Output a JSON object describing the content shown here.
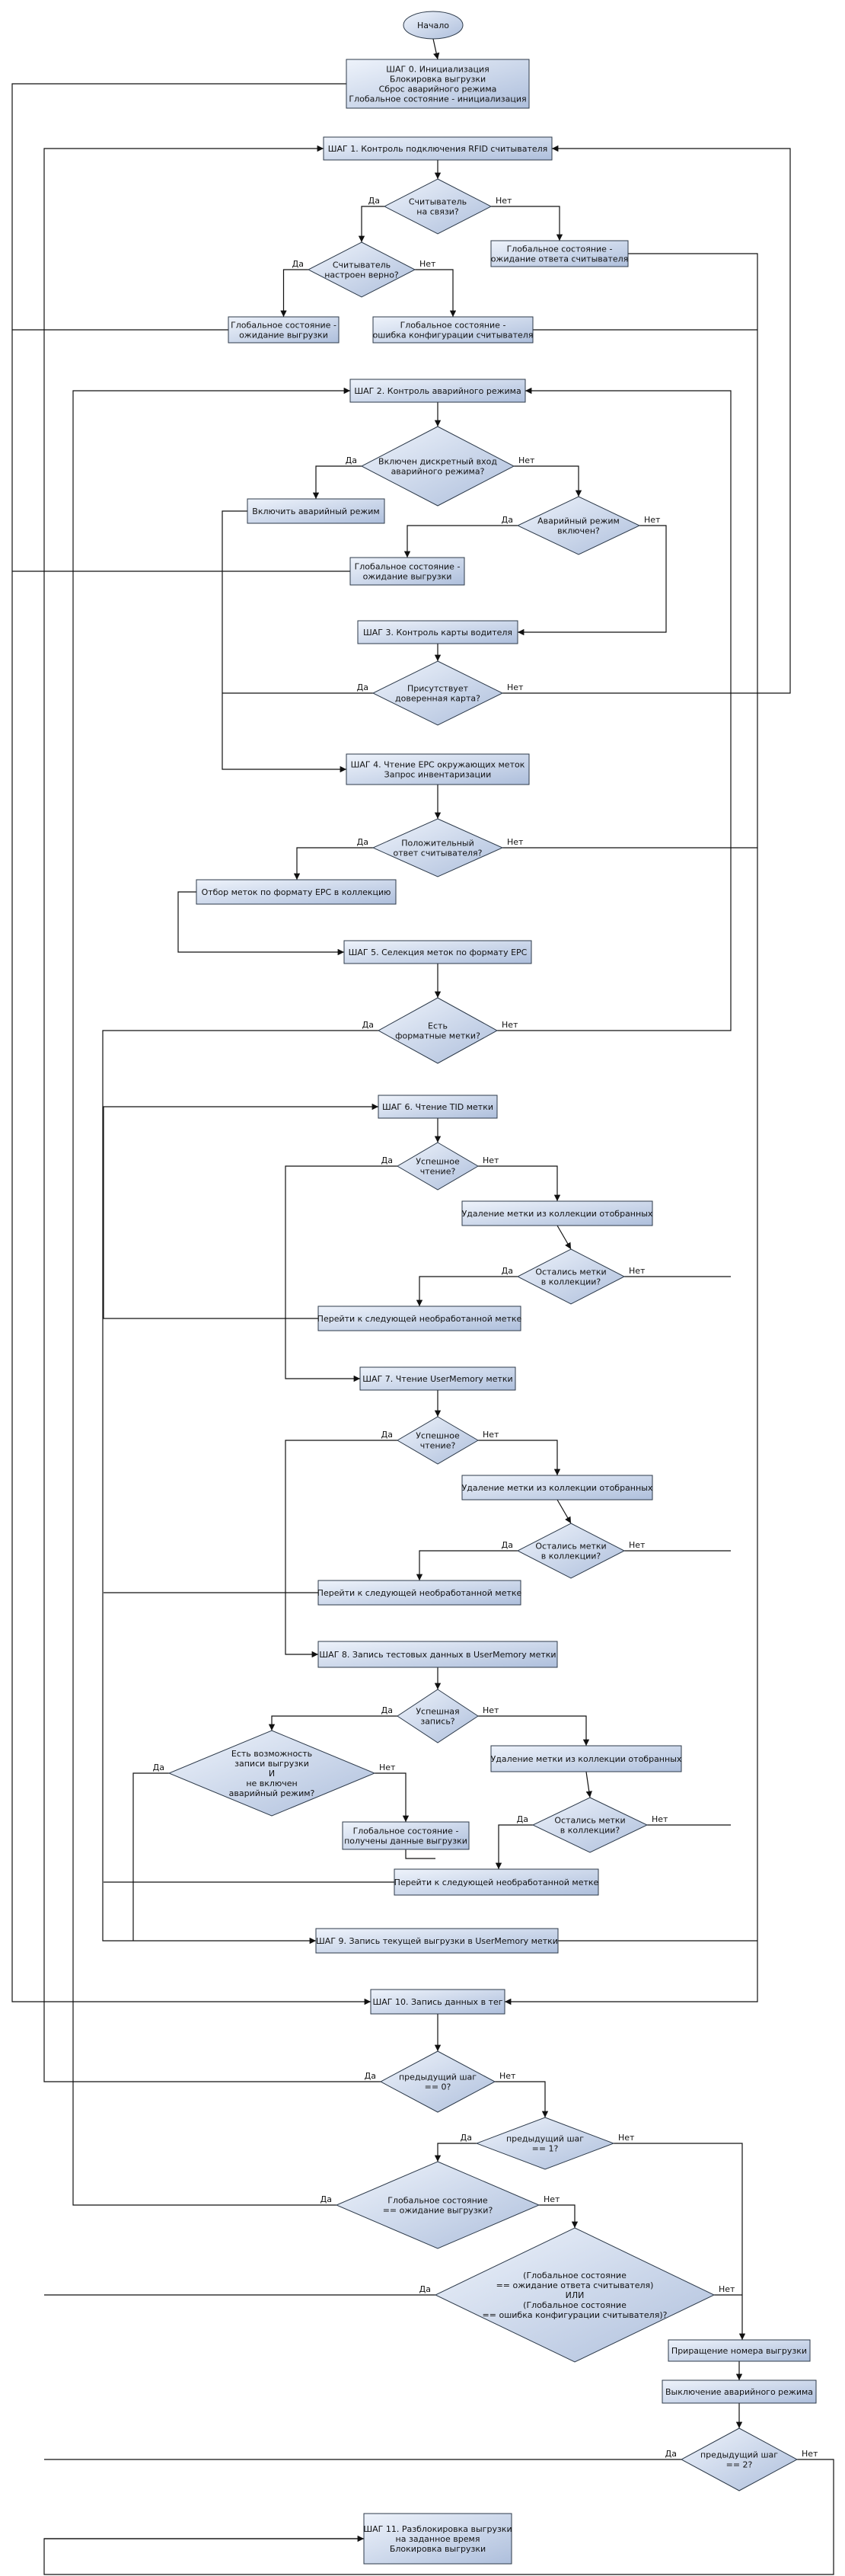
{
  "colors": {
    "node_fill_top": "#eef3fb",
    "node_fill_bottom": "#aebfdc",
    "node_stroke": "#2d3a4a",
    "edge": "#111111"
  },
  "diagram": {
    "type": "flowchart",
    "nodes": [
      {
        "id": "start",
        "shape": "ellipse",
        "lines": [
          "Начало"
        ]
      },
      {
        "id": "s0",
        "shape": "rect",
        "lines": [
          "ШАГ 0. Инициализация",
          "Блокировка выгрузки",
          "Сброс аварийного режима",
          "Глобальное состояние - инициализация"
        ]
      },
      {
        "id": "s1",
        "shape": "rect",
        "lines": [
          "ШАГ 1. Контроль подключения RFID считывателя"
        ]
      },
      {
        "id": "d1",
        "shape": "diamond",
        "lines": [
          "Считыватель",
          "на связи?"
        ]
      },
      {
        "id": "g1",
        "shape": "rect",
        "lines": [
          "Глобальное состояние -",
          "ожидание ответа считывателя"
        ]
      },
      {
        "id": "d2",
        "shape": "diamond",
        "lines": [
          "Считыватель",
          "настроен верно?"
        ]
      },
      {
        "id": "g2",
        "shape": "rect",
        "lines": [
          "Глобальное состояние -",
          "ожидание выгрузки"
        ]
      },
      {
        "id": "g3",
        "shape": "rect",
        "lines": [
          "Глобальное состояние -",
          "ошибка конфигурации считывателя"
        ]
      },
      {
        "id": "s2",
        "shape": "rect",
        "lines": [
          "ШАГ 2. Контроль аварийного режима"
        ]
      },
      {
        "id": "d3",
        "shape": "diamond",
        "lines": [
          "Включен дискретный вход",
          "аварийного режима?"
        ]
      },
      {
        "id": "r1",
        "shape": "rect",
        "lines": [
          "Включить аварийный режим"
        ]
      },
      {
        "id": "d4",
        "shape": "diamond",
        "lines": [
          "Аварийный режим",
          "включен?"
        ]
      },
      {
        "id": "g4",
        "shape": "rect",
        "lines": [
          "Глобальное состояние -",
          "ожидание выгрузки"
        ]
      },
      {
        "id": "s3",
        "shape": "rect",
        "lines": [
          "ШАГ 3. Контроль карты водителя"
        ]
      },
      {
        "id": "d5",
        "shape": "diamond",
        "lines": [
          "Присутствует",
          "доверенная карта?"
        ]
      },
      {
        "id": "s4",
        "shape": "rect",
        "lines": [
          "ШАГ 4. Чтение EPC окружающих меток",
          "Запрос инвентаризации"
        ]
      },
      {
        "id": "d6",
        "shape": "diamond",
        "lines": [
          "Положительный",
          "ответ считывателя?"
        ]
      },
      {
        "id": "r2",
        "shape": "rect",
        "lines": [
          "Отбор меток по формату EPC в коллекцию"
        ]
      },
      {
        "id": "s5",
        "shape": "rect",
        "lines": [
          "ШАГ 5. Селекция меток по формату EPC"
        ]
      },
      {
        "id": "d7",
        "shape": "diamond",
        "lines": [
          "Есть",
          "форматные метки?"
        ]
      },
      {
        "id": "s6",
        "shape": "rect",
        "lines": [
          "ШАГ 6. Чтение TID метки"
        ]
      },
      {
        "id": "d8",
        "shape": "diamond",
        "lines": [
          "Успешное",
          "чтение?"
        ]
      },
      {
        "id": "r3",
        "shape": "rect",
        "lines": [
          "Удаление метки из коллекции отобранных"
        ]
      },
      {
        "id": "d9",
        "shape": "diamond",
        "lines": [
          "Остались метки",
          "в коллекции?"
        ]
      },
      {
        "id": "r4",
        "shape": "rect",
        "lines": [
          "Перейти к следующей необработанной метке"
        ]
      },
      {
        "id": "s7",
        "shape": "rect",
        "lines": [
          "ШАГ 7. Чтение UserMemory метки"
        ]
      },
      {
        "id": "d10",
        "shape": "diamond",
        "lines": [
          "Успешное",
          "чтение?"
        ]
      },
      {
        "id": "r5",
        "shape": "rect",
        "lines": [
          "Удаление метки из коллекции отобранных"
        ]
      },
      {
        "id": "d11",
        "shape": "diamond",
        "lines": [
          "Остались метки",
          "в коллекции?"
        ]
      },
      {
        "id": "r6",
        "shape": "rect",
        "lines": [
          "Перейти к следующей необработанной метке"
        ]
      },
      {
        "id": "s8",
        "shape": "rect",
        "lines": [
          "ШАГ 8. Запись тестовых данных в UserMemory метки"
        ]
      },
      {
        "id": "d12",
        "shape": "diamond",
        "lines": [
          "Успешная",
          "запись?"
        ]
      },
      {
        "id": "d13",
        "shape": "diamond",
        "lines": [
          "Есть возможность",
          "записи выгрузки",
          "И",
          "не включен",
          "аварийный режим?"
        ]
      },
      {
        "id": "r7",
        "shape": "rect",
        "lines": [
          "Удаление метки из коллекции отобранных"
        ]
      },
      {
        "id": "g5",
        "shape": "rect",
        "lines": [
          "Глобальное состояние -",
          "получены данные выгрузки"
        ]
      },
      {
        "id": "d14",
        "shape": "diamond",
        "lines": [
          "Остались метки",
          "в коллекции?"
        ]
      },
      {
        "id": "r8",
        "shape": "rect",
        "lines": [
          "Перейти к следующей необработанной метке"
        ]
      },
      {
        "id": "s9",
        "shape": "rect",
        "lines": [
          "ШАГ 9. Запись текущей выгрузки в UserMemory метки"
        ]
      },
      {
        "id": "s10",
        "shape": "rect",
        "lines": [
          "ШАГ 10. Запись данных в тег"
        ]
      },
      {
        "id": "d15",
        "shape": "diamond",
        "lines": [
          "предыдущий шаг",
          "== 0?"
        ]
      },
      {
        "id": "d16",
        "shape": "diamond",
        "lines": [
          "предыдущий шаг",
          "== 1?"
        ]
      },
      {
        "id": "d17",
        "shape": "diamond",
        "lines": [
          "Глобальное состояние",
          "== ожидание выгрузки?"
        ]
      },
      {
        "id": "d18",
        "shape": "diamond",
        "lines": [
          "(Глобальное состояние",
          "== ожидание ответа считывателя)",
          "ИЛИ",
          "(Глобальное состояние",
          "== ошибка конфигурации считывателя)?"
        ]
      },
      {
        "id": "r9",
        "shape": "rect",
        "lines": [
          "Приращение номера выгрузки"
        ]
      },
      {
        "id": "r10",
        "shape": "rect",
        "lines": [
          "Выключение аварийного режима"
        ]
      },
      {
        "id": "d19",
        "shape": "diamond",
        "lines": [
          "предыдущий шаг",
          "== 2?"
        ]
      },
      {
        "id": "s11",
        "shape": "rect",
        "lines": [
          "ШАГ 11. Разблокировка выгрузки",
          "на заданное время",
          "Блокировка выгрузки"
        ]
      }
    ],
    "edges": [
      {
        "from": "start",
        "to": "s0",
        "label": ""
      },
      {
        "from": "s0",
        "to": "s10",
        "label": ""
      },
      {
        "from": "s1",
        "to": "d1",
        "label": ""
      },
      {
        "from": "d1",
        "to": "d2",
        "label": "Да"
      },
      {
        "from": "d1",
        "to": "g1",
        "label": "Нет"
      },
      {
        "from": "g1",
        "to": "s10",
        "label": ""
      },
      {
        "from": "d2",
        "to": "g2",
        "label": "Да"
      },
      {
        "from": "d2",
        "to": "g3",
        "label": "Нет"
      },
      {
        "from": "g2",
        "to": "s10",
        "label": ""
      },
      {
        "from": "g3",
        "to": "s10",
        "label": ""
      },
      {
        "from": "s2",
        "to": "d3",
        "label": ""
      },
      {
        "from": "d3",
        "to": "r1",
        "label": "Да"
      },
      {
        "from": "d3",
        "to": "d4",
        "label": "Нет"
      },
      {
        "from": "r1",
        "to": "s4",
        "label": ""
      },
      {
        "from": "d4",
        "to": "g4",
        "label": "Да"
      },
      {
        "from": "d4",
        "to": "s3",
        "label": "Нет"
      },
      {
        "from": "g4",
        "to": "s10",
        "label": ""
      },
      {
        "from": "s3",
        "to": "d5",
        "label": ""
      },
      {
        "from": "d5",
        "to": "s4",
        "label": "Да"
      },
      {
        "from": "d5",
        "to": "s1",
        "label": "Нет"
      },
      {
        "from": "s4",
        "to": "d6",
        "label": ""
      },
      {
        "from": "d6",
        "to": "r2",
        "label": "Да"
      },
      {
        "from": "d6",
        "to": "s10",
        "label": "Нет"
      },
      {
        "from": "r2",
        "to": "s5",
        "label": ""
      },
      {
        "from": "s5",
        "to": "d7",
        "label": ""
      },
      {
        "from": "d7",
        "to": "s9",
        "label": "Да"
      },
      {
        "from": "d7",
        "to": "s2",
        "label": "Нет"
      },
      {
        "from": "s6",
        "to": "d8",
        "label": ""
      },
      {
        "from": "d8",
        "to": "s7",
        "label": "Да"
      },
      {
        "from": "d8",
        "to": "r3",
        "label": "Нет"
      },
      {
        "from": "r3",
        "to": "d9",
        "label": ""
      },
      {
        "from": "d9",
        "to": "r4",
        "label": "Да"
      },
      {
        "from": "d9",
        "to": "s2",
        "label": "Нет"
      },
      {
        "from": "r4",
        "to": "s6",
        "label": ""
      },
      {
        "from": "s7",
        "to": "d10",
        "label": ""
      },
      {
        "from": "d10",
        "to": "s8",
        "label": "Да"
      },
      {
        "from": "d10",
        "to": "r5",
        "label": "Нет"
      },
      {
        "from": "r5",
        "to": "d11",
        "label": ""
      },
      {
        "from": "d11",
        "to": "r6",
        "label": "Да"
      },
      {
        "from": "d11",
        "to": "s2",
        "label": "Нет"
      },
      {
        "from": "r6",
        "to": "s6",
        "label": ""
      },
      {
        "from": "s8",
        "to": "d12",
        "label": ""
      },
      {
        "from": "d12",
        "to": "d13",
        "label": "Да"
      },
      {
        "from": "d12",
        "to": "r7",
        "label": "Нет"
      },
      {
        "from": "d13",
        "to": "s9",
        "label": "Да"
      },
      {
        "from": "d13",
        "to": "g5",
        "label": "Нет"
      },
      {
        "from": "g5",
        "to": "r8",
        "label": ""
      },
      {
        "from": "r7",
        "to": "d14",
        "label": ""
      },
      {
        "from": "d14",
        "to": "r8",
        "label": "Да"
      },
      {
        "from": "d14",
        "to": "s2",
        "label": "Нет"
      },
      {
        "from": "r8",
        "to": "s6",
        "label": ""
      },
      {
        "from": "s9",
        "to": "s10",
        "label": ""
      },
      {
        "from": "s10",
        "to": "d15",
        "label": ""
      },
      {
        "from": "d15",
        "to": "s1",
        "label": "Да"
      },
      {
        "from": "d15",
        "to": "d16",
        "label": "Нет"
      },
      {
        "from": "d16",
        "to": "d17",
        "label": "Да"
      },
      {
        "from": "d16",
        "to": "r9",
        "label": "Нет"
      },
      {
        "from": "d17",
        "to": "s2",
        "label": "Да"
      },
      {
        "from": "d17",
        "to": "d18",
        "label": "Нет"
      },
      {
        "from": "d18",
        "to": "s1",
        "label": "Да"
      },
      {
        "from": "d18",
        "to": "r9",
        "label": "Нет"
      },
      {
        "from": "r9",
        "to": "r10",
        "label": ""
      },
      {
        "from": "r10",
        "to": "d19",
        "label": ""
      },
      {
        "from": "d19",
        "to": "s1",
        "label": "Да"
      },
      {
        "from": "d19",
        "to": "s11",
        "label": "Нет"
      },
      {
        "from": "s11",
        "to": "s1",
        "label": ""
      }
    ]
  }
}
